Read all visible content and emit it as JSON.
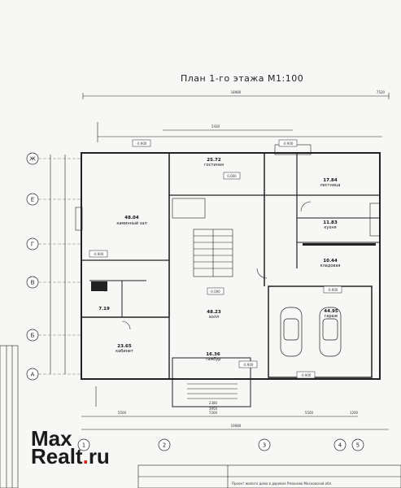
{
  "title": "План 1-го этажа М1:100",
  "watermark": {
    "line1": "Max",
    "line2_a": "Realt",
    "line2_dot": ".",
    "line2_b": "ru"
  },
  "axes_vertical": [
    "Ж",
    "Е",
    "Г",
    "В",
    "Б",
    "А"
  ],
  "axes_horizontal": [
    "1",
    "2",
    "3",
    "4",
    "5"
  ],
  "rooms": {
    "hall": {
      "area": "48.04",
      "name": "каминный зал"
    },
    "gostinaya": {
      "area": "25.72",
      "name": "гостиная"
    },
    "stair": {
      "area": "17.84",
      "name": "лестница"
    },
    "kitchen": {
      "area": "11.83",
      "name": "кухня"
    },
    "storage": {
      "area": "10.44",
      "name": "кладовая"
    },
    "center": {
      "area": "48.23",
      "name": "холл"
    },
    "cabinet": {
      "area": "23.65",
      "name": "кабинет"
    },
    "porch": {
      "area": "16.36",
      "name": "тамбур"
    },
    "garage": {
      "area": "44.95",
      "name": "гараж"
    },
    "wc": {
      "area": "7.19",
      "name": ""
    }
  },
  "levels": {
    "l1": "-0.900",
    "l2": "-0.900",
    "l3": "-0.900",
    "l4": "0.000",
    "l5": "0.000",
    "l6": "-0.900",
    "l7": "-0.900",
    "l8": "-0.900"
  },
  "dims": {
    "total_top": "18980",
    "top_right": "7520",
    "top_mid": "5430",
    "bottom_total": "19680",
    "b1": "5500",
    "b2": "7200",
    "b3": "5500",
    "b4": "1200",
    "porch_w": "2380",
    "porch_w2": "3950"
  },
  "stamp_text": "Проект жилого дома в деревне Рязаново Московской обл."
}
